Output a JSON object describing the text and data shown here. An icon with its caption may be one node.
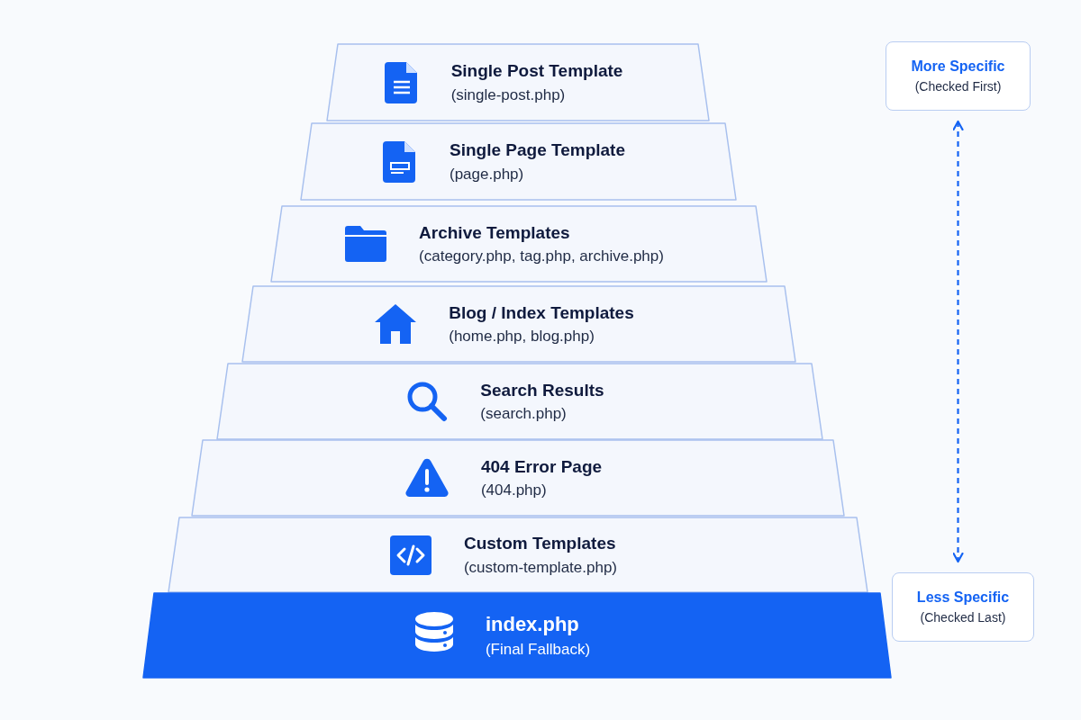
{
  "diagram": {
    "nodes": [
      {
        "text": [
          "Single Post Template",
          "(single-post.php)"
        ]
      },
      {
        "text": [
          "Single Page Template",
          "(page.php)"
        ]
      },
      {
        "text": [
          "Archive Templates",
          "(category.php, tag.php, archive.php)"
        ]
      },
      {
        "text": [
          "Blog / Index Templates",
          "(home.php, blog.php)"
        ]
      },
      {
        "text": [
          "Search Results",
          "(search.php)"
        ]
      },
      {
        "text": [
          "404 Error Page",
          "(404.php)"
        ]
      },
      {
        "text": [
          "Custom Templates",
          "(custom-template.php)"
        ]
      },
      {
        "text": [
          "index.php",
          "(Final Fallback)"
        ]
      },
      {
        "text": [
          "More Specific",
          "(Checked First)"
        ]
      },
      {
        "text": [
          "Less Specific",
          "(Checked Last)"
        ]
      }
    ],
    "edges": [
      {
        "from": 8,
        "to": 9,
        "arrow": "both",
        "style": "dashed"
      }
    ]
  }
}
